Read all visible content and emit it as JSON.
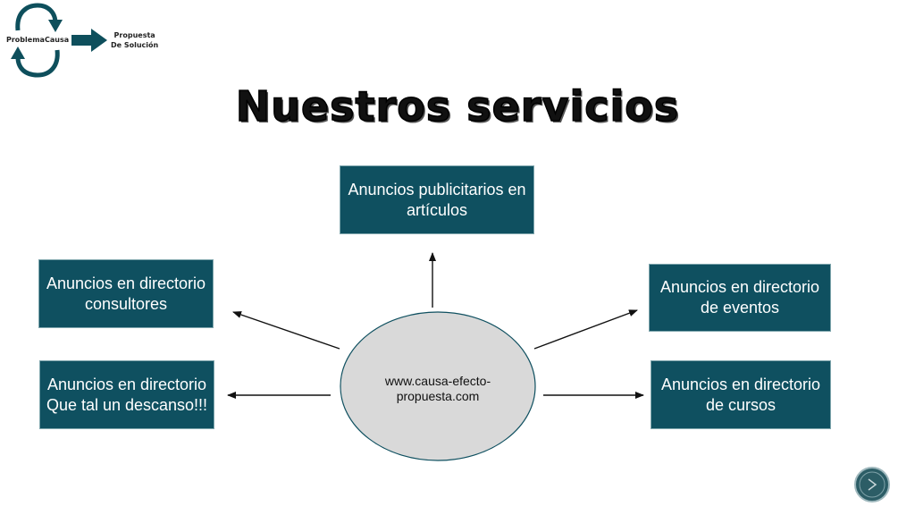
{
  "header": {
    "logo": {
      "problem_label": "Problema",
      "cause_label": "Causa",
      "solution_label_line1": "Propuesta",
      "solution_label_line2": "De Solución"
    },
    "title": "Nuestros servicios"
  },
  "diagram": {
    "center": "www.causa-efecto-propuesta.com",
    "center_line1": "www.causa-efecto-",
    "center_line2": "propuesta.com",
    "services": {
      "top": "Anuncios publicitarios en artículos",
      "left_top": "Anuncios en directorio consultores",
      "left_bottom": "Anuncios en directorio Que tal un descanso!!!",
      "right_top": "Anuncios en directorio de eventos",
      "right_bottom": "Anuncios en directorio de cursos"
    }
  },
  "colors": {
    "box_fill": "#0f5060",
    "logo_teal": "#0e4f5c",
    "ellipse_fill": "#d9d9d9"
  },
  "nav": {
    "button_icon": "slide-nav-icon"
  }
}
